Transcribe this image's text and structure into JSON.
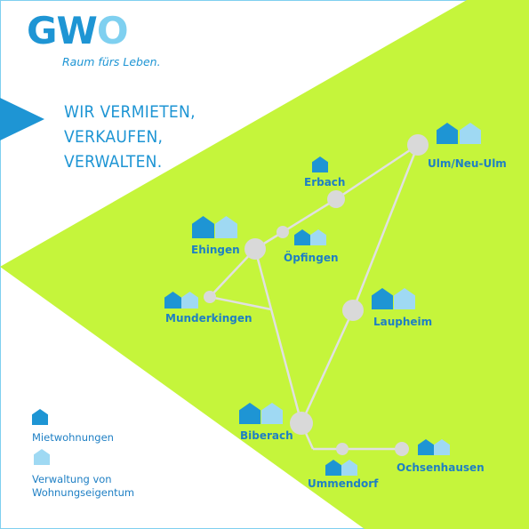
{
  "brand": {
    "logo_g": "G",
    "logo_w": "W",
    "logo_o": "O",
    "tagline": "Raum fürs Leben."
  },
  "slogan": {
    "line1": "WIR VERMIETEN,",
    "line2": "VERKAUFEN,",
    "line3": "VERWALTEN."
  },
  "colors": {
    "green": "#c5f53b",
    "blue_dark": "#1e95d4",
    "blue_light": "#9fd9f3",
    "node": "#d9d9d9",
    "text_blue": "#1e7fc4"
  },
  "cities": {
    "ulm": "Ulm/Neu-Ulm",
    "erbach": "Erbach",
    "ehingen": "Ehingen",
    "oepfingen": "Öpfingen",
    "munderkingen": "Munderkingen",
    "laupheim": "Laupheim",
    "biberach": "Biberach",
    "ummendorf": "Ummendorf",
    "ochsenhausen": "Ochsenhausen"
  },
  "legend": {
    "rent": "Mietwohnungen",
    "manage_line1": "Verwaltung von",
    "manage_line2": "Wohnungseigentum"
  }
}
